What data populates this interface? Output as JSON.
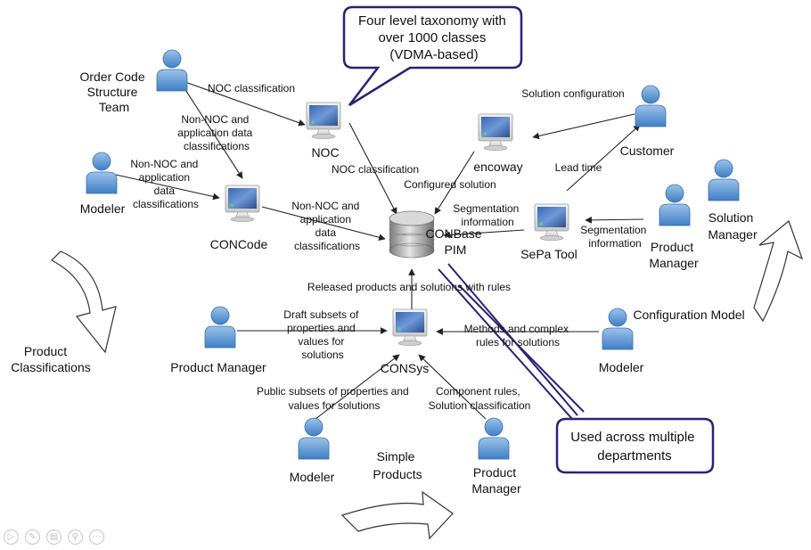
{
  "callouts": {
    "taxonomy": [
      "Four level taxonomy with",
      "over 1000 classes",
      "(VDMA-based)"
    ],
    "departments": [
      "Used across multiple",
      "departments"
    ]
  },
  "actors": {
    "order_code_team": [
      "Order Code",
      "Structure",
      "Team"
    ],
    "modeler_left": [
      "Modeler"
    ],
    "customer": [
      "Customer"
    ],
    "product_manager_right": [
      "Product",
      "Manager"
    ],
    "solution_manager": [
      "Solution",
      "Manager"
    ],
    "product_manager_left": [
      "Product Manager"
    ],
    "modeler_right": [
      "Modeler"
    ],
    "modeler_bottom": [
      "Modeler"
    ],
    "product_manager_bottom": [
      "Product",
      "Manager"
    ]
  },
  "systems": {
    "noc": [
      "NOC"
    ],
    "encoway": [
      "encoway"
    ],
    "concode": [
      "CONCode"
    ],
    "sepa": [
      "SePa Tool"
    ],
    "consys": [
      "CONSys"
    ],
    "conbase": [
      "CONBase",
      "PIM"
    ]
  },
  "edges": {
    "noc_classification_top": [
      "NOC classification"
    ],
    "non_noc_team": [
      "Non-NOC and",
      "application data",
      "classifications"
    ],
    "non_noc_modeler": [
      "Non-NOC and",
      "application",
      "data",
      "classifications"
    ],
    "noc_classification_mid": [
      "NOC classification"
    ],
    "non_noc_concode": [
      "Non-NOC and",
      "application",
      "data",
      "classifications"
    ],
    "solution_configuration": [
      "Solution configuration"
    ],
    "configured_solution": [
      "Configured solution"
    ],
    "lead_time": [
      "Lead time"
    ],
    "segmentation_sepa": [
      "Segmentation",
      "information"
    ],
    "segmentation_pm": [
      "Segmentation",
      "information"
    ],
    "released": [
      "Released products and solutions with rules"
    ],
    "draft_subsets": [
      "Draft subsets of",
      "properties and",
      "values for",
      "solutions"
    ],
    "methods_rules": [
      "Methods and complex",
      "rules for solutions"
    ],
    "public_subsets": [
      "Public subsets of properties and",
      "values for solutions"
    ],
    "component_rules": [
      "Component rules,",
      "Solution classification"
    ]
  },
  "cycle": {
    "product_classifications": [
      "Product",
      "Classifications"
    ],
    "configuration_model": [
      "Configuration Model"
    ],
    "simple_products": [
      "Simple",
      "Products"
    ]
  },
  "colors": {
    "callout_border": "#2e1f7a",
    "actor_blue": "#5b9bd5",
    "arrow": "#222222",
    "conn_line": "#2e1f7a"
  },
  "icons": [
    "play-icon",
    "pen-icon",
    "slides-icon",
    "zoom-icon",
    "more-icon"
  ]
}
